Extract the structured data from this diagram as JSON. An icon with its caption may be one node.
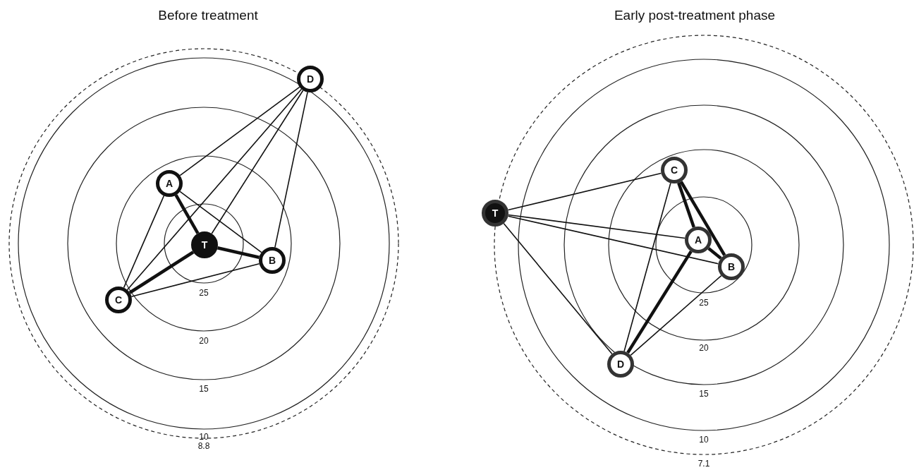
{
  "diagram": {
    "nodes": [
      {
        "text": [
          "D"
        ]
      },
      {
        "text": [
          "A"
        ]
      },
      {
        "text": [
          "T"
        ]
      },
      {
        "text": [
          "B"
        ]
      },
      {
        "text": [
          "C"
        ]
      },
      {
        "text": [
          "T"
        ]
      },
      {
        "text": [
          "C"
        ]
      },
      {
        "text": [
          "A"
        ]
      },
      {
        "text": [
          "B"
        ]
      },
      {
        "text": [
          "D"
        ]
      }
    ],
    "edges": [
      {
        "from": 0,
        "to": 1,
        "arrow": "none"
      },
      {
        "from": 0,
        "to": 4,
        "arrow": "none"
      },
      {
        "from": 0,
        "to": 2,
        "arrow": "none"
      },
      {
        "from": 0,
        "to": 3,
        "arrow": "none"
      },
      {
        "from": 1,
        "to": 2,
        "arrow": "none",
        "style": "thick"
      },
      {
        "from": 1,
        "to": 3,
        "arrow": "none"
      },
      {
        "from": 1,
        "to": 4,
        "arrow": "none"
      },
      {
        "from": 2,
        "to": 3,
        "arrow": "none",
        "style": "thick"
      },
      {
        "from": 2,
        "to": 4,
        "arrow": "none",
        "style": "thick"
      },
      {
        "from": 4,
        "to": 3,
        "arrow": "none"
      },
      {
        "from": 5,
        "to": 6,
        "arrow": "none"
      },
      {
        "from": 5,
        "to": 7,
        "arrow": "none"
      },
      {
        "from": 5,
        "to": 8,
        "arrow": "none"
      },
      {
        "from": 5,
        "to": 9,
        "arrow": "none"
      },
      {
        "from": 6,
        "to": 7,
        "arrow": "none",
        "style": "thick"
      },
      {
        "from": 6,
        "to": 8,
        "arrow": "none",
        "style": "thick"
      },
      {
        "from": 6,
        "to": 9,
        "arrow": "none"
      },
      {
        "from": 7,
        "to": 8,
        "arrow": "none",
        "style": "thick"
      },
      {
        "from": 7,
        "to": 9,
        "arrow": "none",
        "style": "thick"
      },
      {
        "from": 8,
        "to": 9,
        "arrow": "none"
      }
    ],
    "labels": [
      "Before treatment",
      "25",
      "20",
      "15",
      "10",
      "8.8",
      "Early post-treatment phase",
      "25",
      "20",
      "15",
      "10",
      "7.1"
    ]
  }
}
